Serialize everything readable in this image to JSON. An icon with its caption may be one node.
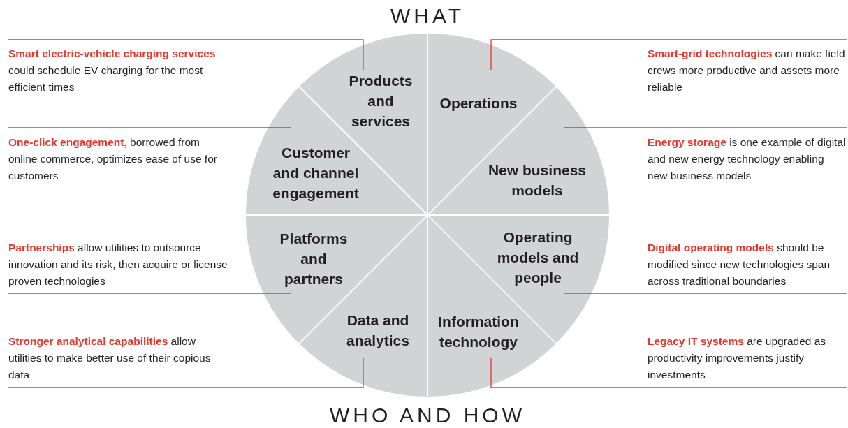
{
  "diagram": {
    "nodes": [
      {
        "text": [
          "Products and services"
        ]
      },
      {
        "text": [
          "Operations"
        ]
      },
      {
        "text": [
          "Customer and channel engagement"
        ]
      },
      {
        "text": [
          "New business models"
        ]
      },
      {
        "text": [
          "Platforms and partners"
        ]
      },
      {
        "text": [
          "Operating models and people"
        ]
      },
      {
        "text": [
          "Data and analytics"
        ]
      },
      {
        "text": [
          "Information technology"
        ]
      },
      {
        "text": [
          "**Smart electric-vehicle charging services** could schedule EV charging for the most efficient times"
        ]
      },
      {
        "text": [
          "**Smart-grid technologies** can make field crews more productive and assets more reliable"
        ]
      },
      {
        "text": [
          "**One-click engagement,** borrowed from online commerce, optimizes ease of use for customers"
        ]
      },
      {
        "text": [
          "**Energy storage** is one example of digital and new energy technology enabling new business models"
        ]
      },
      {
        "text": [
          "**Partnerships** allow utilities to outsource innovation and its risk, then acquire or license proven technologies"
        ]
      },
      {
        "text": [
          "**Digital operating models** should be modified since new technologies span across traditional boundaries"
        ]
      },
      {
        "text": [
          "**Stronger analytical capabilities** allow utilities to make better use of their copious data"
        ]
      },
      {
        "text": [
          "**Legacy IT systems** are upgraded as productivity improvements justify investments"
        ]
      }
    ],
    "edges": [
      {
        "from": 8,
        "to": 0,
        "arrow": "none"
      },
      {
        "from": 9,
        "to": 1,
        "arrow": "none"
      },
      {
        "from": 10,
        "to": 2,
        "arrow": "none"
      },
      {
        "from": 11,
        "to": 3,
        "arrow": "none"
      },
      {
        "from": 12,
        "to": 4,
        "arrow": "none"
      },
      {
        "from": 13,
        "to": 5,
        "arrow": "none"
      },
      {
        "from": 14,
        "to": 6,
        "arrow": "none"
      },
      {
        "from": 15,
        "to": 7,
        "arrow": "none"
      }
    ],
    "labels": [
      "WHAT",
      "WHO AND HOW"
    ]
  }
}
